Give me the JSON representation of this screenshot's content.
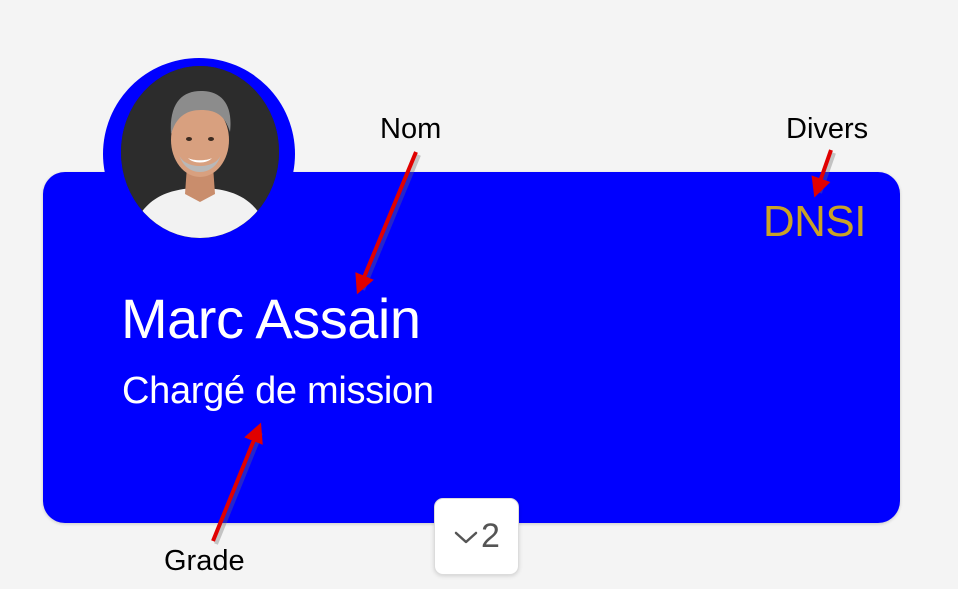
{
  "colors": {
    "card_background": "#0000ff",
    "avatar_ring": "#0000ff",
    "divers_text": "#c9a227",
    "arrow": "#e00000"
  },
  "person": {
    "name": "Marc Assain",
    "grade": "Chargé de mission",
    "divers": "DNSI",
    "photo_icon": "person-photo"
  },
  "expand_button": {
    "icon": "chevron-down-icon",
    "count": "2"
  },
  "callouts": {
    "nom": "Nom",
    "divers": "Divers",
    "grade": "Grade"
  }
}
